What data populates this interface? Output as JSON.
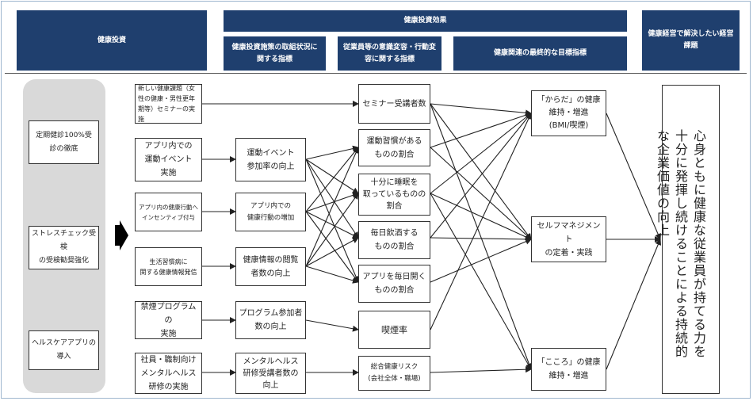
{
  "headers": {
    "investment": "健康投資",
    "effects": "健康投資効果",
    "sub_measures": "健康投資施策の取組状況に\n関する指標",
    "sub_behavior": "従業員等の意識変容・行動変\n容に関する指標",
    "sub_final": "健康関連の最終的な目標指標",
    "issues": "健康経営で解決したい経営\n課題"
  },
  "investments": [
    "定期健診100%受\n診の徹底",
    "ストレスチェック受検\nの受検勧奨強化",
    "ヘルスケアアプリの\n導入"
  ],
  "measures": [
    "新しい健康課題（女\n性の健康・男性更年\n期等）セミナーの実施",
    "アプリ内での\n運動イベント\n実施",
    "アプリ内の健康行動へ\nインセンティブ付与",
    "生活習慣病に\n関する健康情報発信",
    "禁煙プログラムの\n実施",
    "社員・職制向け\nメンタルヘルス\n研修の実施"
  ],
  "measure_indicators": [
    "運動イベント\n参加率の向上",
    "アプリ内での\n健康行動の増加",
    "健康情報の閲覧\n者数の向上",
    "プログラム参加者\n数の向上",
    "メンタルヘルス\n研修受講者数の\n向上"
  ],
  "behavior_indicators": [
    "セミナー受講者数",
    "運動習慣がある\nものの割合",
    "十分に睡眠を\n取っているものの\n割合",
    "毎日飲酒する\nものの割合",
    "アプリを毎日開く\nものの割合",
    "喫煙率",
    "総合健康リスク\n(会社全体・職場)"
  ],
  "final_indicators": [
    "「からだ」の健康\n維持・増進\n(BMI/喫煙)",
    "セルフマネジメント\nの定着・実践",
    "「こころ」の健康\n維持・増進"
  ],
  "management_issue": "心身ともに健康な従業員が持てる力を十分に発揮し続けることによる持続的な企業価値の向上"
}
